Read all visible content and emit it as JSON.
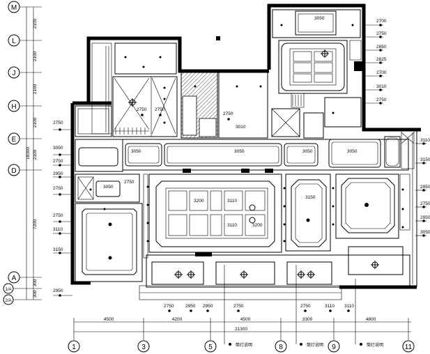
{
  "grid": {
    "rows": [
      {
        "id": "M"
      },
      {
        "id": "L"
      },
      {
        "id": "J"
      },
      {
        "id": "H"
      },
      {
        "id": "E"
      },
      {
        "id": "D"
      },
      {
        "id": "A"
      }
    ],
    "sub_rows": [
      "1/A",
      "2/A"
    ],
    "cols": [
      {
        "id": "1"
      },
      {
        "id": "3"
      },
      {
        "id": "5"
      },
      {
        "id": "8"
      },
      {
        "id": "9"
      },
      {
        "id": "11"
      }
    ]
  },
  "left_dims": {
    "spacings": [
      "2100",
      "2100",
      "2100",
      "2100",
      "2100",
      "7200",
      "300",
      "300"
    ],
    "total": "18300"
  },
  "bottom_dims": {
    "spacings": [
      "4500",
      "4200",
      "4500",
      "3300",
      "4800"
    ],
    "total": "21300"
  },
  "ceiling_heights": [
    "2750",
    "3050",
    "2750",
    "2950",
    "2750",
    "2750",
    "3110",
    "3150",
    "2950",
    "2750",
    "2750",
    "2700",
    "2850",
    "2825",
    "2700",
    "2750",
    "2750",
    "3010",
    "2750",
    "3110",
    "3150",
    "2950",
    "3050",
    "3050",
    "3050",
    "3050",
    "3050",
    "3010",
    "2750",
    "2750",
    "3050",
    "3200",
    "3110",
    "3110",
    "3200",
    "3150",
    "2950",
    "3050",
    "2750",
    "2950",
    "2950",
    "2750",
    "3110"
  ],
  "light_label": "筒灯说明"
}
